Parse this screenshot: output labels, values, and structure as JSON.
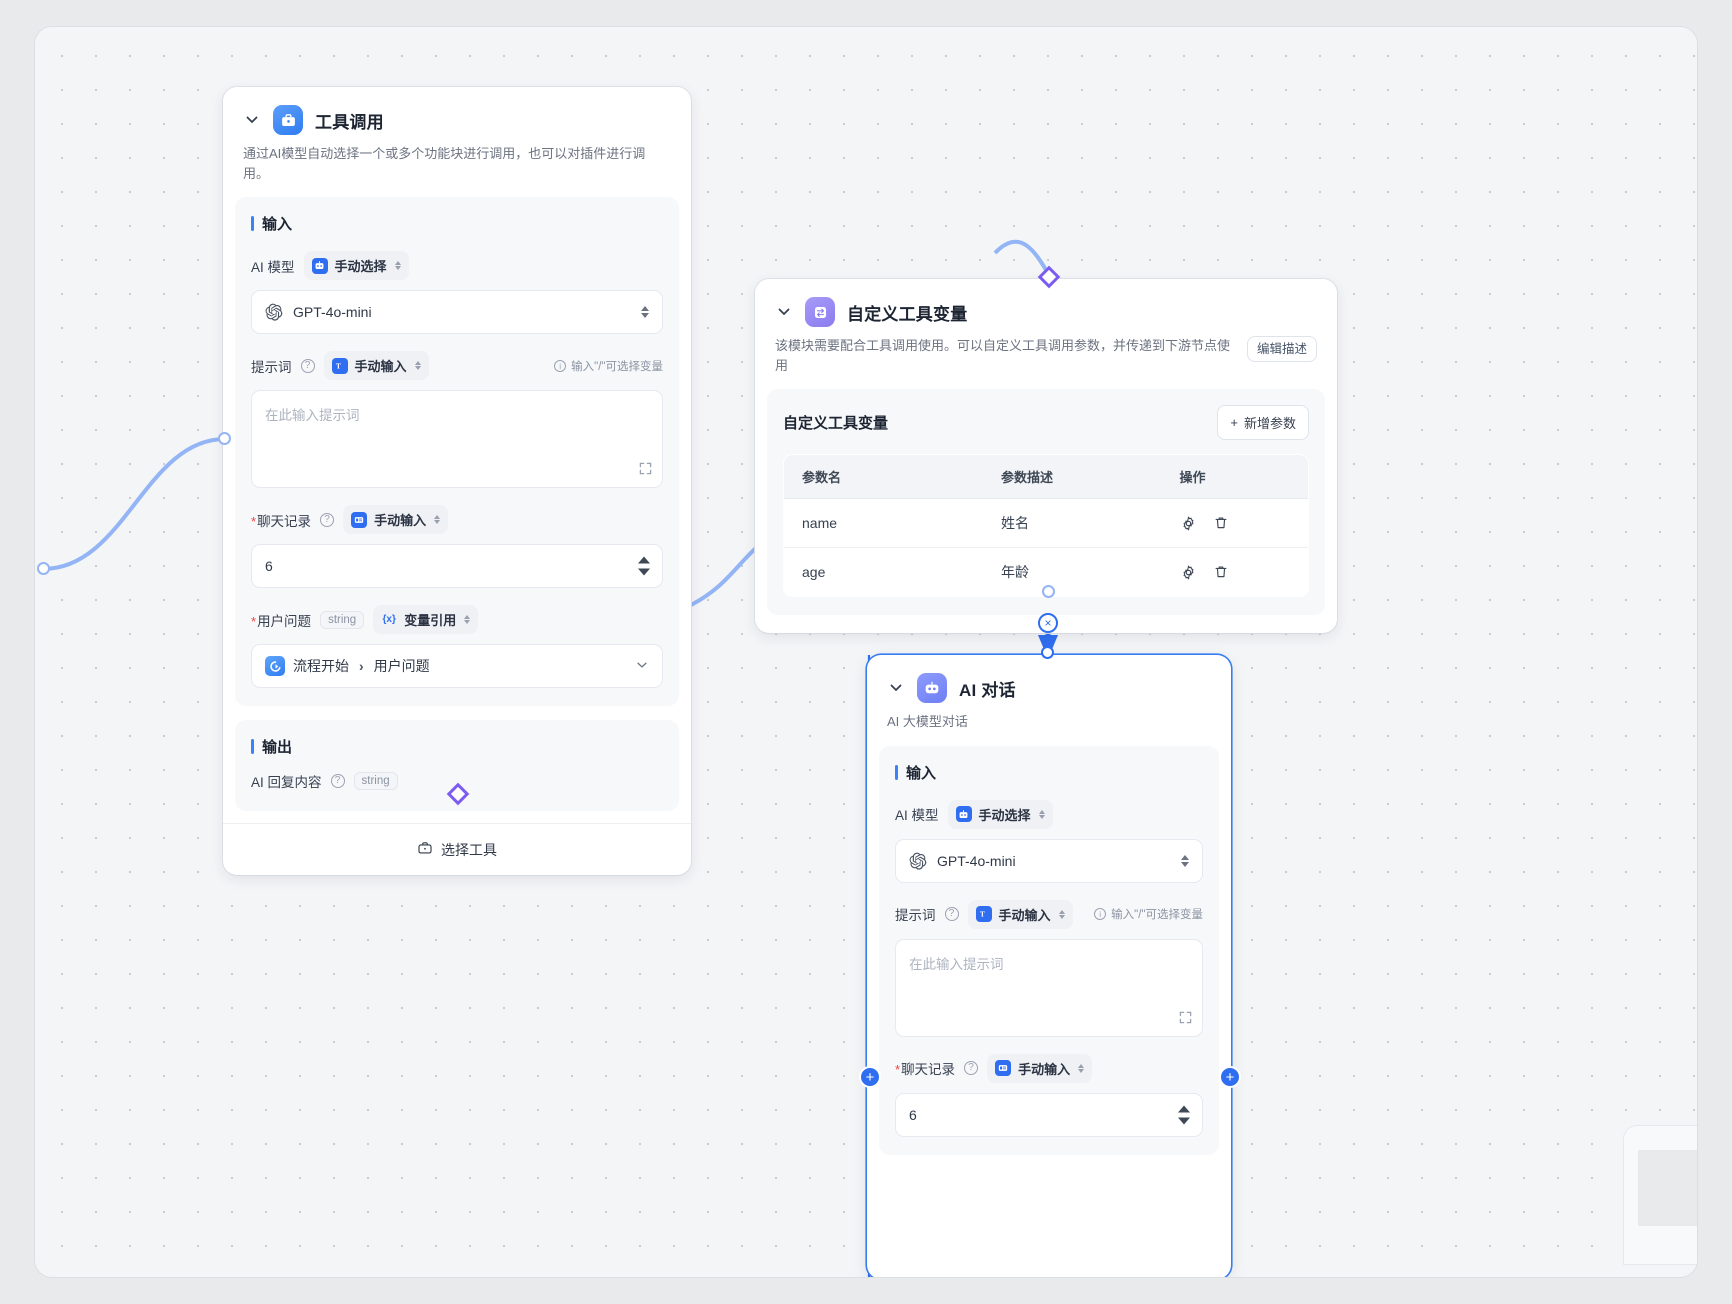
{
  "nodes": {
    "tool_call": {
      "title": "工具调用",
      "desc": "通过AI模型自动选择一个或多个功能块进行调用，也可以对插件进行调用。",
      "input_section": "输入",
      "output_section": "输出",
      "model_label": "AI 模型",
      "model_mode": "手动选择",
      "model_value": "GPT-4o-mini",
      "prompt_label": "提示词",
      "prompt_mode": "手动输入",
      "prompt_hint": "输入\"/\"可选择变量",
      "prompt_placeholder": "在此输入提示词",
      "chat_label": "聊天记录",
      "chat_mode": "手动输入",
      "chat_value": "6",
      "question_label": "用户问题",
      "question_type": "string",
      "question_mode": "变量引用",
      "question_ref_start": "流程开始",
      "question_ref_field": "用户问题",
      "output_label": "AI 回复内容",
      "output_type": "string",
      "footer_button": "选择工具"
    },
    "tool_variable": {
      "title": "自定义工具变量",
      "desc": "该模块需要配合工具调用使用。可以自定义工具调用参数，并传递到下游节点使用",
      "edit_desc_button": "编辑描述",
      "table_title": "自定义工具变量",
      "add_button": "新增参数",
      "columns": [
        "参数名",
        "参数描述",
        "操作"
      ],
      "rows": [
        {
          "name": "name",
          "desc": "姓名"
        },
        {
          "name": "age",
          "desc": "年龄"
        }
      ]
    },
    "ai_chat": {
      "title": "AI 对话",
      "desc": "AI 大模型对话",
      "input_section": "输入",
      "model_label": "AI 模型",
      "model_mode": "手动选择",
      "model_value": "GPT-4o-mini",
      "prompt_label": "提示词",
      "prompt_mode": "手动输入",
      "prompt_hint": "输入\"/\"可选择变量",
      "prompt_placeholder": "在此输入提示词",
      "chat_label": "聊天记录",
      "chat_mode": "手动输入",
      "chat_value": "6"
    }
  },
  "icons": {
    "chevron_down": "chevron-down-icon",
    "toolbox": "toolbox-icon",
    "variable_swap": "variable-swap-icon",
    "robot": "robot-icon",
    "openai": "openai-icon",
    "gear": "gear-icon",
    "trash": "trash-icon",
    "plus": "+",
    "close": "×"
  },
  "colors": {
    "accent_blue": "#2f6ef0",
    "accent_purple": "#7c5cf0",
    "edge_blue": "#93b4f5",
    "required_red": "#ef4444",
    "canvas_bg": "#f4f5f7"
  }
}
